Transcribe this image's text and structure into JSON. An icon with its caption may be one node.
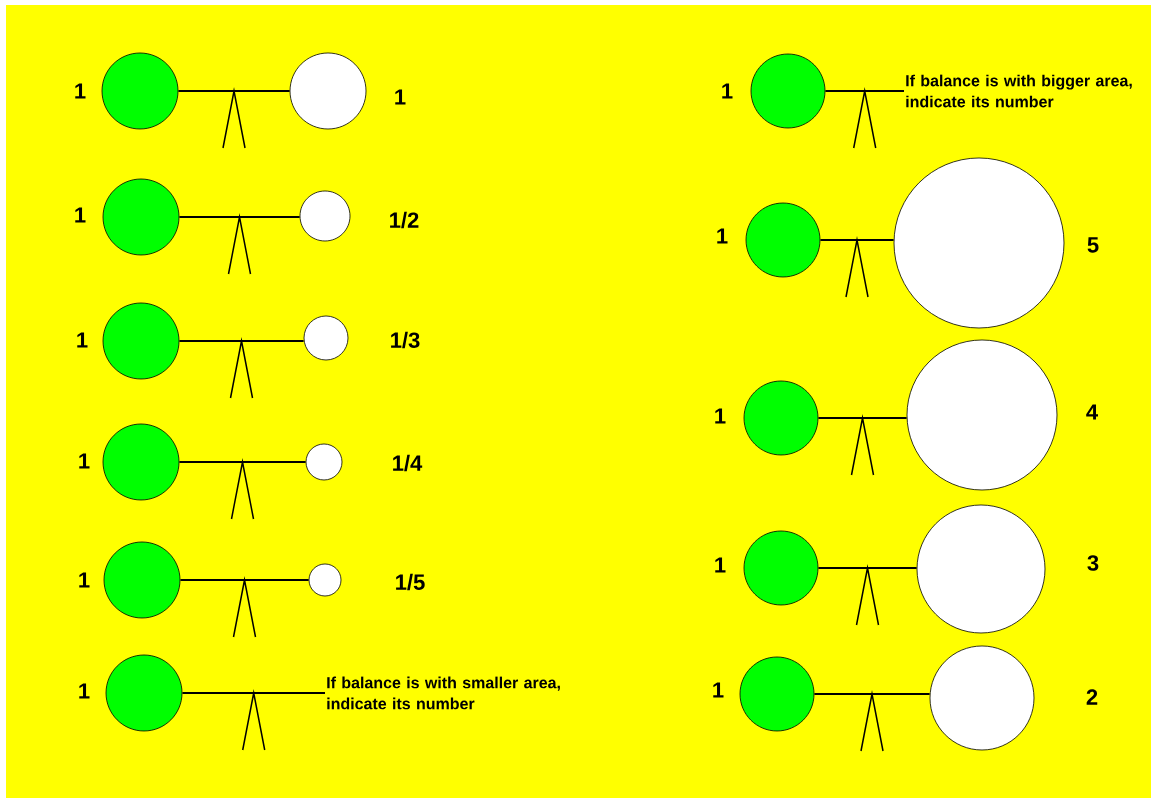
{
  "diagram": {
    "nodes": [
      {
        "text": [],
        "shape": "circle",
        "beside": [
          "1"
        ]
      },
      {
        "text": [],
        "shape": "circle",
        "beside": [
          "1"
        ]
      },
      {
        "text": [],
        "shape": "circle",
        "beside": [
          "1"
        ]
      },
      {
        "text": [],
        "shape": "circle",
        "beside": [
          "1/2"
        ]
      },
      {
        "text": [],
        "shape": "circle",
        "beside": [
          "1"
        ]
      },
      {
        "text": [],
        "shape": "circle",
        "beside": [
          "1/3"
        ]
      },
      {
        "text": [],
        "shape": "circle",
        "beside": [
          "1"
        ]
      },
      {
        "text": [],
        "shape": "circle",
        "beside": [
          "1/4"
        ]
      },
      {
        "text": [],
        "shape": "circle",
        "beside": [
          "1"
        ]
      },
      {
        "text": [],
        "shape": "circle",
        "beside": [
          "1/5"
        ]
      },
      {
        "text": [],
        "shape": "circle",
        "beside": [
          "1"
        ]
      },
      {
        "text": [
          "If balance is with smaller area, indicate its number"
        ]
      },
      {
        "text": [],
        "shape": "circle",
        "beside": [
          "1"
        ]
      },
      {
        "text": [
          "If balance is with bigger area, indicate its number"
        ]
      },
      {
        "text": [],
        "shape": "circle",
        "beside": [
          "1"
        ]
      },
      {
        "text": [],
        "shape": "circle",
        "beside": [
          "5"
        ]
      },
      {
        "text": [],
        "shape": "circle",
        "beside": [
          "1"
        ]
      },
      {
        "text": [],
        "shape": "circle",
        "beside": [
          "4"
        ]
      },
      {
        "text": [],
        "shape": "circle",
        "beside": [
          "1"
        ]
      },
      {
        "text": [],
        "shape": "circle",
        "beside": [
          "3"
        ]
      },
      {
        "text": [],
        "shape": "circle",
        "beside": [
          "1"
        ]
      },
      {
        "text": [],
        "shape": "circle",
        "beside": [
          "2"
        ]
      }
    ],
    "edges": [
      {
        "from": 0,
        "to": 1,
        "arrow": "none"
      },
      {
        "from": 2,
        "to": 3,
        "arrow": "none"
      },
      {
        "from": 4,
        "to": 5,
        "arrow": "none"
      },
      {
        "from": 6,
        "to": 7,
        "arrow": "none"
      },
      {
        "from": 8,
        "to": 9,
        "arrow": "none"
      },
      {
        "from": 10,
        "to": 11,
        "arrow": "none"
      },
      {
        "from": 12,
        "to": 13,
        "arrow": "none"
      },
      {
        "from": 14,
        "to": 15,
        "arrow": "none"
      },
      {
        "from": 16,
        "to": 17,
        "arrow": "none"
      },
      {
        "from": 18,
        "to": 19,
        "arrow": "none"
      },
      {
        "from": 20,
        "to": 21,
        "arrow": "none"
      }
    ]
  }
}
